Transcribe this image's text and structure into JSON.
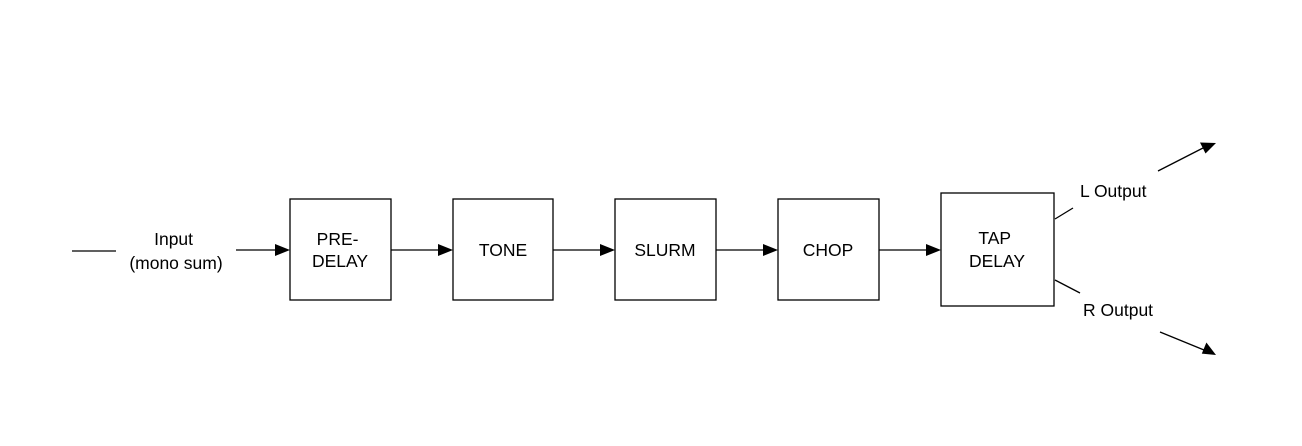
{
  "diagram": {
    "input_label": [
      "Input",
      "(mono sum)"
    ],
    "blocks": [
      {
        "id": "pre-delay",
        "label": [
          "PRE-",
          "DELAY"
        ]
      },
      {
        "id": "tone",
        "label": [
          "TONE"
        ]
      },
      {
        "id": "slurm",
        "label": [
          "SLURM"
        ]
      },
      {
        "id": "chop",
        "label": [
          "CHOP"
        ]
      },
      {
        "id": "tap-delay",
        "label": [
          "TAP",
          "DELAY"
        ]
      }
    ],
    "outputs": {
      "left": "L Output",
      "right": "R Output"
    }
  }
}
